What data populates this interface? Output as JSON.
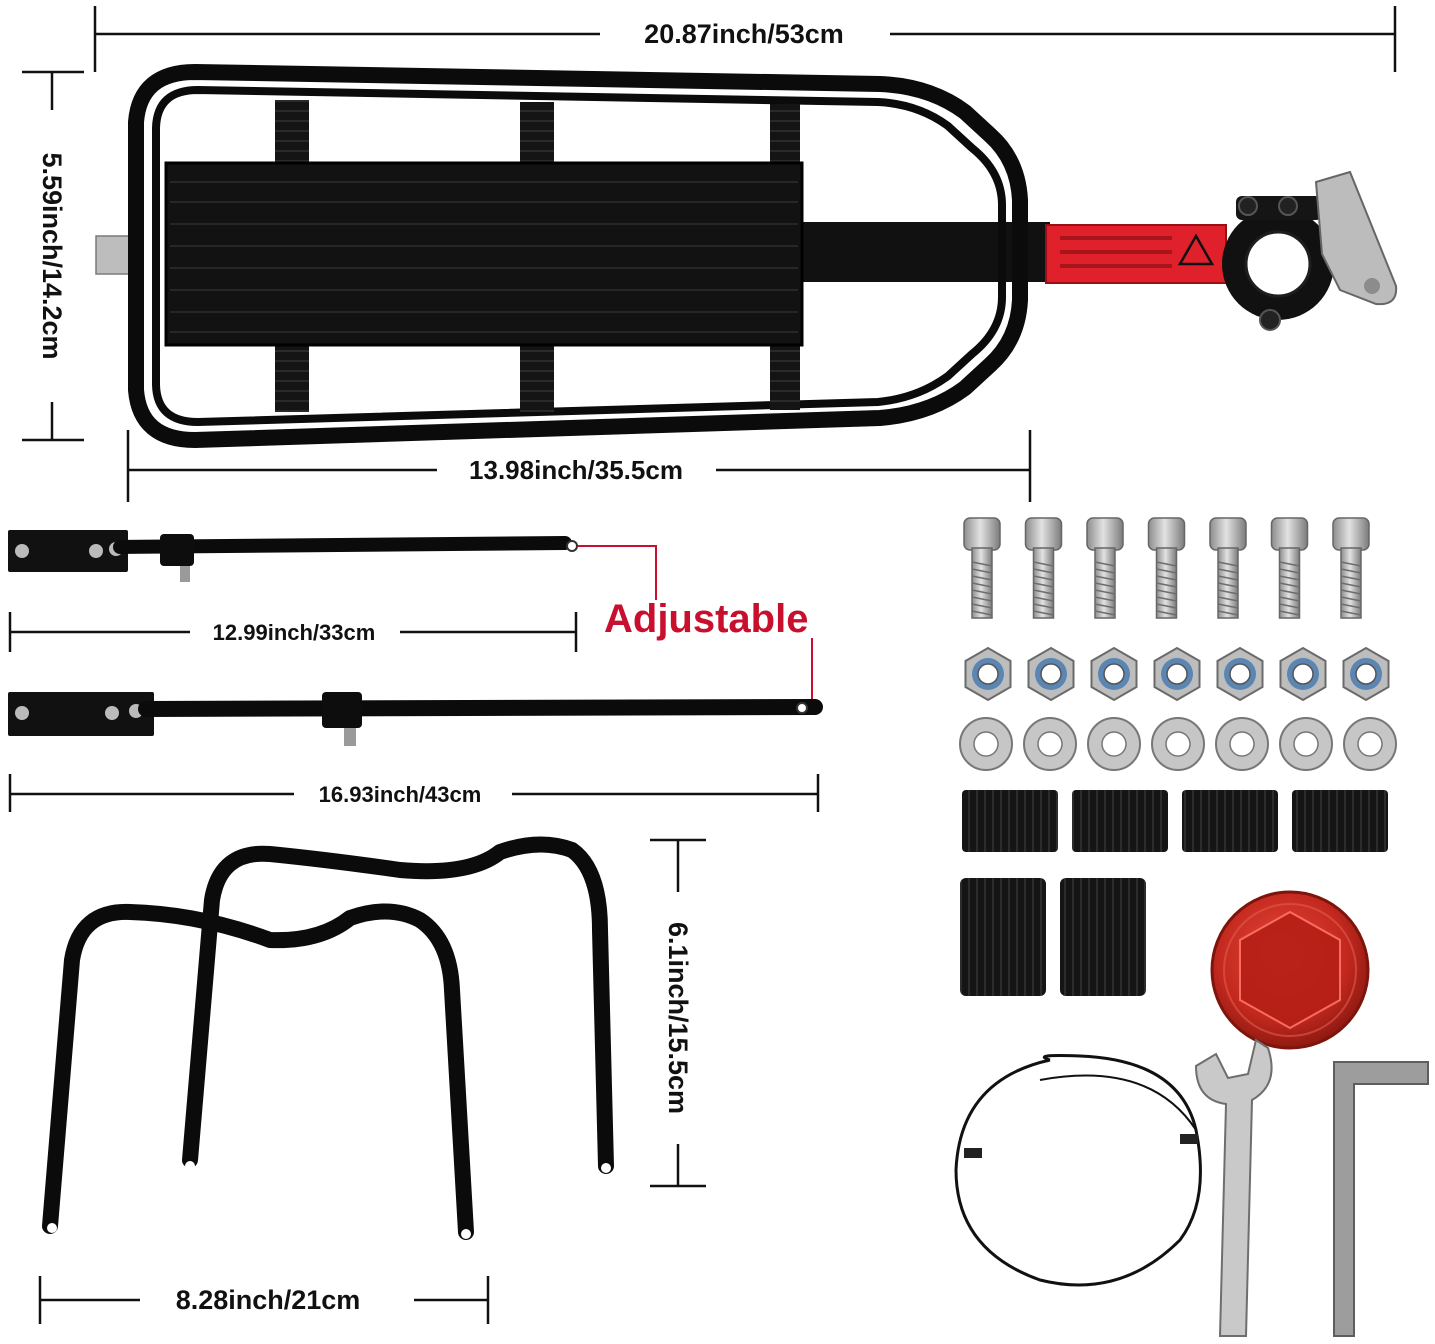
{
  "product": {
    "name": "bicycle rear cargo rack kit",
    "frame_color": "#0b0b0b",
    "strap_color": "#e0202a",
    "hardware_color": "#b8b8b8",
    "reflector_color": "#c2281e"
  },
  "dimensions": {
    "rack_length": "20.87inch/53cm",
    "rack_width": "5.59inch/14.2cm",
    "platform_length": "13.98inch/35.5cm",
    "short_strut_length": "12.99inch/33cm",
    "long_strut_length": "16.93inch/43cm",
    "stay_height": "6.1inch/15.5cm",
    "stay_width": "8.28inch/21cm"
  },
  "callouts": {
    "adjustable": "Adjustable",
    "adjustable_color": "#c8102e"
  },
  "hardware": {
    "bolt_count": 7,
    "nut_count": 7,
    "washer_count": 7,
    "large_rubber_pad_count": 4,
    "square_rubber_pad_count": 2,
    "items": [
      "bolt",
      "lock-nut",
      "washer",
      "rubber-pad",
      "rubber-block",
      "round-reflector",
      "elastic-cord",
      "open-end-wrench",
      "hex-key"
    ]
  }
}
